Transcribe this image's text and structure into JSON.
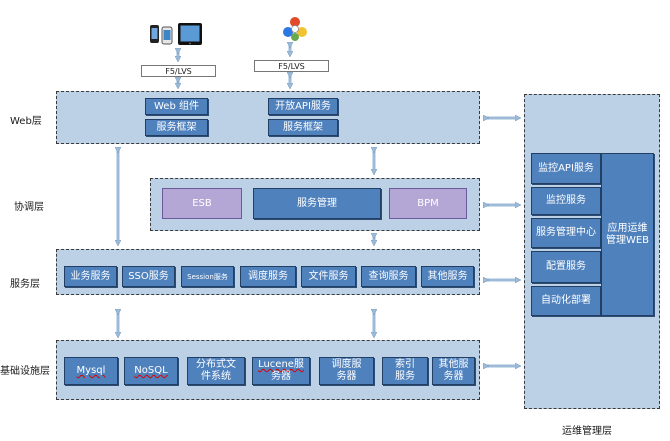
{
  "layers": {
    "web": "Web层",
    "coordination": "协调层",
    "service": "服务层",
    "infrastructure": "基础设施层",
    "ops": "运维管理层"
  },
  "balancers": {
    "left": "F5/LVS",
    "right": "F5/LVS"
  },
  "web_layer": {
    "left_top": "Web 组件",
    "left_bottom": "服务框架",
    "right_top": "开放API服务",
    "right_bottom": "服务框架"
  },
  "coordination_layer": {
    "esb": "ESB",
    "service_mgmt": "服务管理",
    "bpm": "BPM"
  },
  "service_layer": {
    "items": [
      "业务服务",
      "SSO服务",
      "Session服务",
      "调度服务",
      "文件服务",
      "查询服务",
      "其他服务"
    ]
  },
  "infra_layer": {
    "items": [
      [
        "Mysql"
      ],
      [
        "NoSQL"
      ],
      [
        "分布式文",
        "件系统"
      ],
      [
        "Lucene服",
        "务器"
      ],
      [
        "调度服",
        "务器"
      ],
      [
        "索引",
        "服务"
      ],
      [
        "其他服",
        "务器"
      ]
    ]
  },
  "ops_layer": {
    "items": [
      "监控API服务",
      "监控服务",
      "服务管理中心",
      "配置服务",
      "自动化部署"
    ],
    "app_line1": "应用运维",
    "app_line2": "管理WEB"
  },
  "colors": {
    "layer_bg": "#bcd0e6",
    "box_blue": "#4f81bd",
    "box_purple": "#b4a7d6"
  }
}
